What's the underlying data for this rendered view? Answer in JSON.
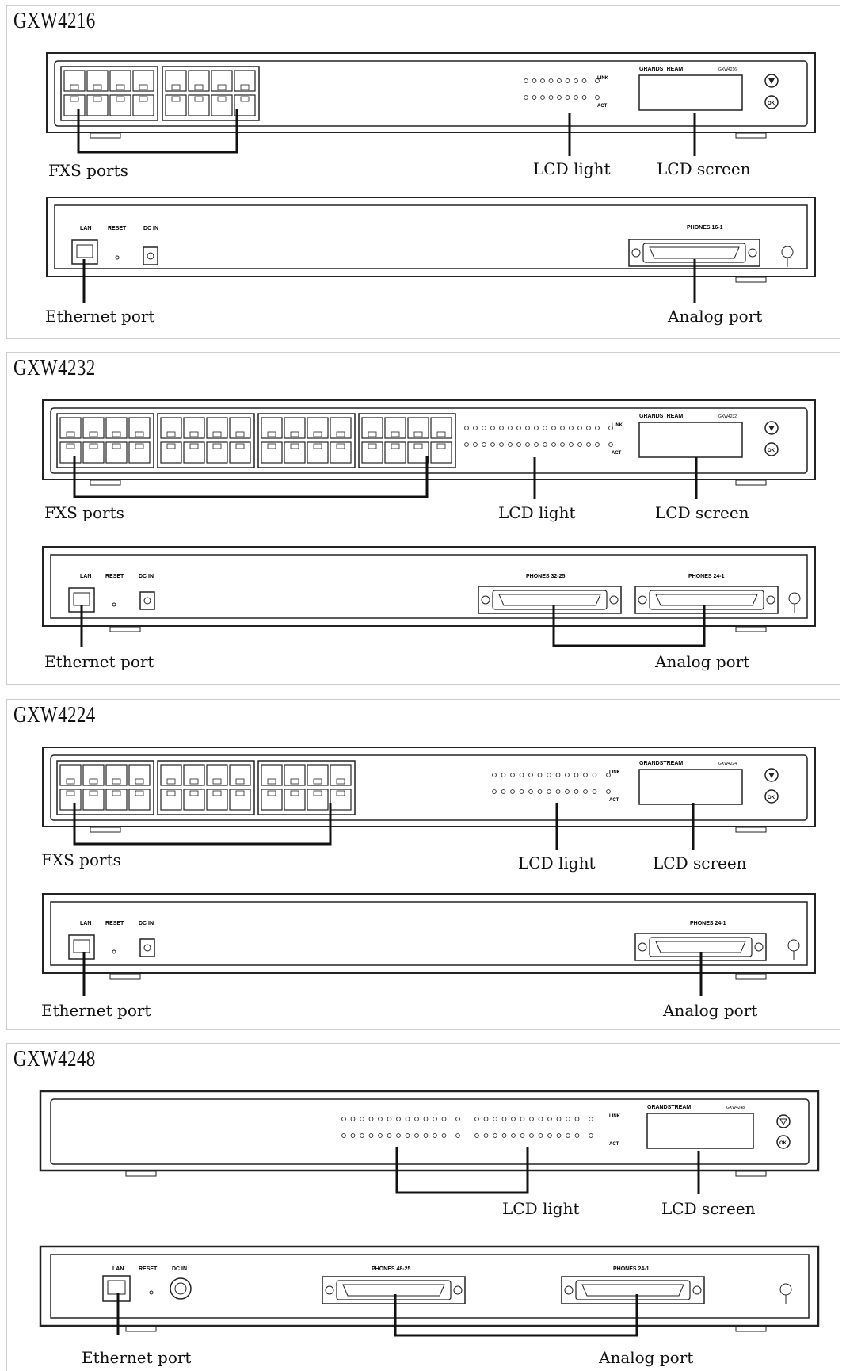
{
  "sections": [
    {
      "model": "GXW4216",
      "fxs_label": "FXS ports",
      "lcd_light_label": "LCD light",
      "lcd_screen_label": "LCD screen",
      "ethernet_label": "Ethernet port",
      "analog_label": "Analog port",
      "brand": "GRANDSTREAM",
      "badge": "GXW4216",
      "connectors": [
        "PHONES 16-1"
      ]
    },
    {
      "model": "GXW4232",
      "fxs_label": "FXS ports",
      "lcd_light_label": "LCD light",
      "lcd_screen_label": "LCD screen",
      "ethernet_label": "Ethernet port",
      "analog_label": "Analog port",
      "brand": "GRANDSTREAM",
      "badge": "GXW4232",
      "connectors": [
        "PHONES 32-25",
        "PHONES 24-1"
      ]
    },
    {
      "model": "GXW4224",
      "fxs_label": "FXS ports",
      "lcd_light_label": "LCD light",
      "lcd_screen_label": "LCD screen",
      "ethernet_label": "Ethernet port",
      "analog_label": "Analog port",
      "brand": "GRANDSTREAM",
      "badge": "GXW4224",
      "connectors": [
        "PHONES 24-1"
      ]
    },
    {
      "model": "GXW4248",
      "lcd_light_label": "LCD light",
      "lcd_screen_label": "LCD screen",
      "ethernet_label": "Ethernet port",
      "analog_label": "Analog port",
      "brand": "GRANDSTREAM",
      "badge": "GXW4248",
      "connectors": [
        "PHONES 48-25",
        "PHONES 24-1"
      ]
    }
  ],
  "rear_labels": {
    "lan": "LAN",
    "reset": "RESET",
    "dc_in": "DC IN"
  },
  "led_labels": {
    "link": "LINK",
    "act": "ACT"
  },
  "button_labels": {
    "ok": "OK"
  }
}
